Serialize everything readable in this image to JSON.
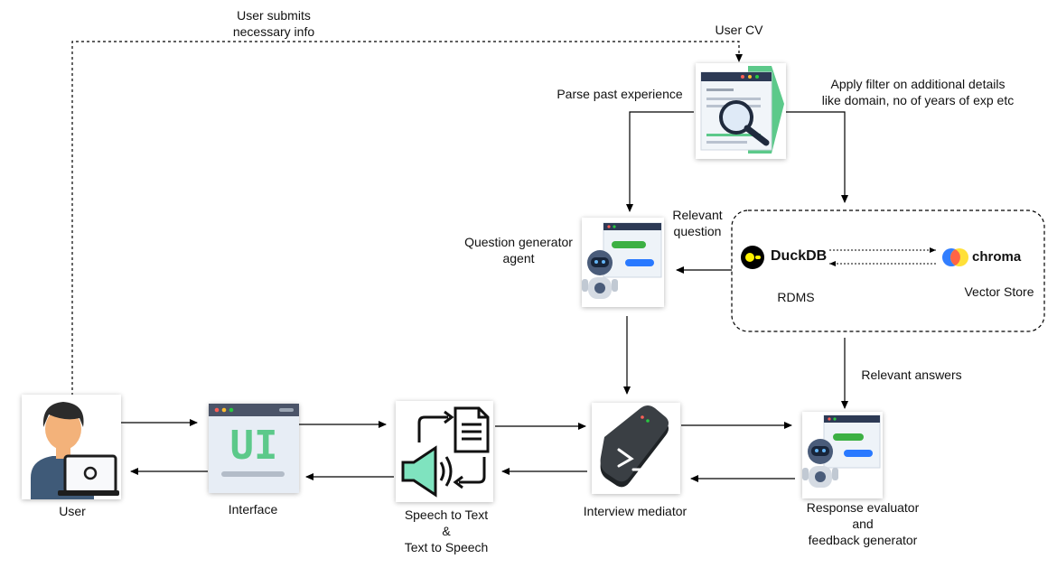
{
  "labels": {
    "user_submits": "User submits\nnecessary info",
    "user_cv": "User CV",
    "parse_past": "Parse past experience",
    "apply_filter": "Apply filter on additional details\nlike domain, no of years of exp etc",
    "relevant_question": "Relevant\nquestion",
    "question_generator": "Question generator\nagent",
    "rdms": "RDMS",
    "vector_store": "Vector Store",
    "relevant_answers": "Relevant answers",
    "user": "User",
    "interface": "Interface",
    "speech": "Speech to Text\n&\nText to Speech",
    "interview_mediator": "Interview mediator",
    "response_evaluator": "Response evaluator\nand\nfeedback generator"
  },
  "logos": {
    "duckdb": "DuckDB",
    "chroma": "chroma",
    "ui_text": "UI"
  },
  "colors": {
    "green_accent": "#5cc98a",
    "robot_blue": "#4a5c7a",
    "chat_green": "#3cb043",
    "chat_blue": "#2979ff",
    "duck_yellow": "#fff100"
  }
}
